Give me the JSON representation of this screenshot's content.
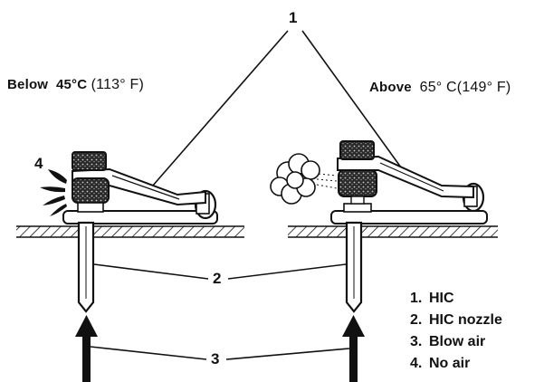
{
  "conditions": {
    "left": {
      "prefix": "Below",
      "celsius": "45°C",
      "fahrenheit": "(113° F)"
    },
    "right": {
      "prefix": "Above",
      "celsius": "65° C",
      "fahrenheit": "(149° F)"
    }
  },
  "callouts": {
    "c1": "1",
    "c2": "2",
    "c3": "3",
    "c4": "4"
  },
  "legend": [
    {
      "num": "1.",
      "text": "HIC"
    },
    {
      "num": "2.",
      "text": "HIC nozzle"
    },
    {
      "num": "3.",
      "text": "Blow air"
    },
    {
      "num": "4.",
      "text": "No air"
    }
  ],
  "colors": {
    "ink": "#111111",
    "paper": "#ffffff",
    "valve": "#2a2a2a"
  }
}
